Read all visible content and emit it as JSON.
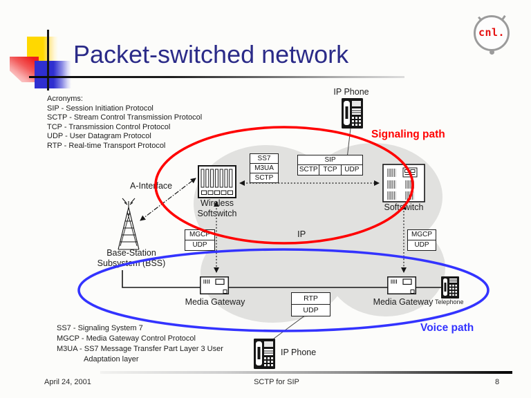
{
  "slide": {
    "title": "Packet-switched network",
    "logo_text": "cnl.",
    "footer": {
      "date": "April 24, 2001",
      "center_title": "SCTP for SIP",
      "page_number": "8"
    }
  },
  "acronyms_top": {
    "heading": "Acronyms:",
    "items": [
      "SIP - Session Initiation Protocol",
      "SCTP - Stream Control Transmission Protocol",
      "TCP - Transmission Control Protocol",
      "UDP - User Datagram Protocol",
      "RTP - Real-time Transport Protocol"
    ]
  },
  "acronyms_bottom": {
    "items": [
      "SS7 - Signaling System 7",
      "MGCP - Media Gateway Control Protocol",
      "M3UA - SS7 Message Transfer Part Layer 3 User",
      "Adaptation layer"
    ]
  },
  "diagram": {
    "path_labels": {
      "signaling": "Signaling path",
      "voice": "Voice path"
    },
    "cloud_label": "IP",
    "nodes": {
      "ip_phone_top": "IP Phone",
      "ip_phone_bottom": "IP Phone",
      "a_interface": "A-Interface",
      "wireless_softswitch_line1": "Wireless",
      "wireless_softswitch_line2": "Softswitch",
      "softswitch": "Softswitch",
      "bss_line1": "Base-Station",
      "bss_line2": "Subsystem (BSS)",
      "media_gateway_left": "Media Gateway",
      "media_gateway_right": "Media Gateway",
      "telephone": "Telephone"
    },
    "protocol_boxes": {
      "ss7_stack": [
        "SS7",
        "M3UA",
        "SCTP"
      ],
      "sip_header": "SIP",
      "sip_row": [
        "SCTP",
        "TCP",
        "UDP"
      ],
      "mgcp_udp_left": [
        "MGCP",
        "UDP"
      ],
      "mgcp_udp_right": [
        "MGCP",
        "UDP"
      ],
      "rtp_udp": [
        "RTP",
        "UDP"
      ]
    },
    "colors": {
      "signaling_path": "#ff0000",
      "voice_path": "#3333ff",
      "cloud_fill": "#e1e1df",
      "title_text": "#2b2b88"
    }
  }
}
